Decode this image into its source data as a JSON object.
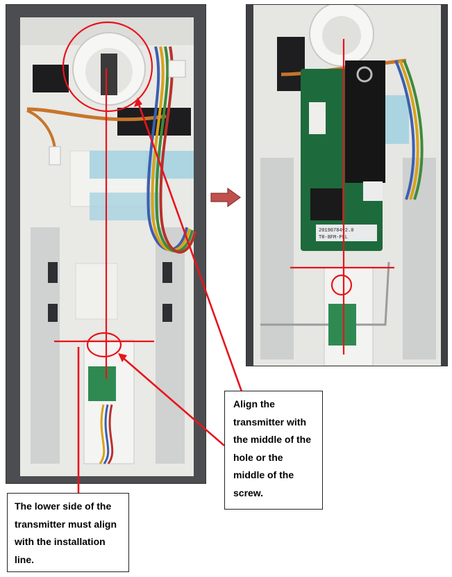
{
  "figure": {
    "left_photo": {
      "subject": "transmitter-housing-before-install"
    },
    "right_photo": {
      "subject": "transmitter-installed",
      "board_label_line1": "20190784v2.0",
      "board_label_line2": "TR-8FM-PLL"
    },
    "arrow": {
      "direction": "right",
      "color": "#c0504d"
    },
    "callouts": {
      "right": {
        "lines": [
          "Align the",
          "transmitter with",
          "the middle of the",
          "hole or the",
          "middle of the",
          "screw."
        ]
      },
      "left": {
        "lines": [
          "The lower side of the",
          "transmitter must align",
          "with the installation",
          "line."
        ]
      }
    },
    "annotation_color": "#e8141b"
  }
}
